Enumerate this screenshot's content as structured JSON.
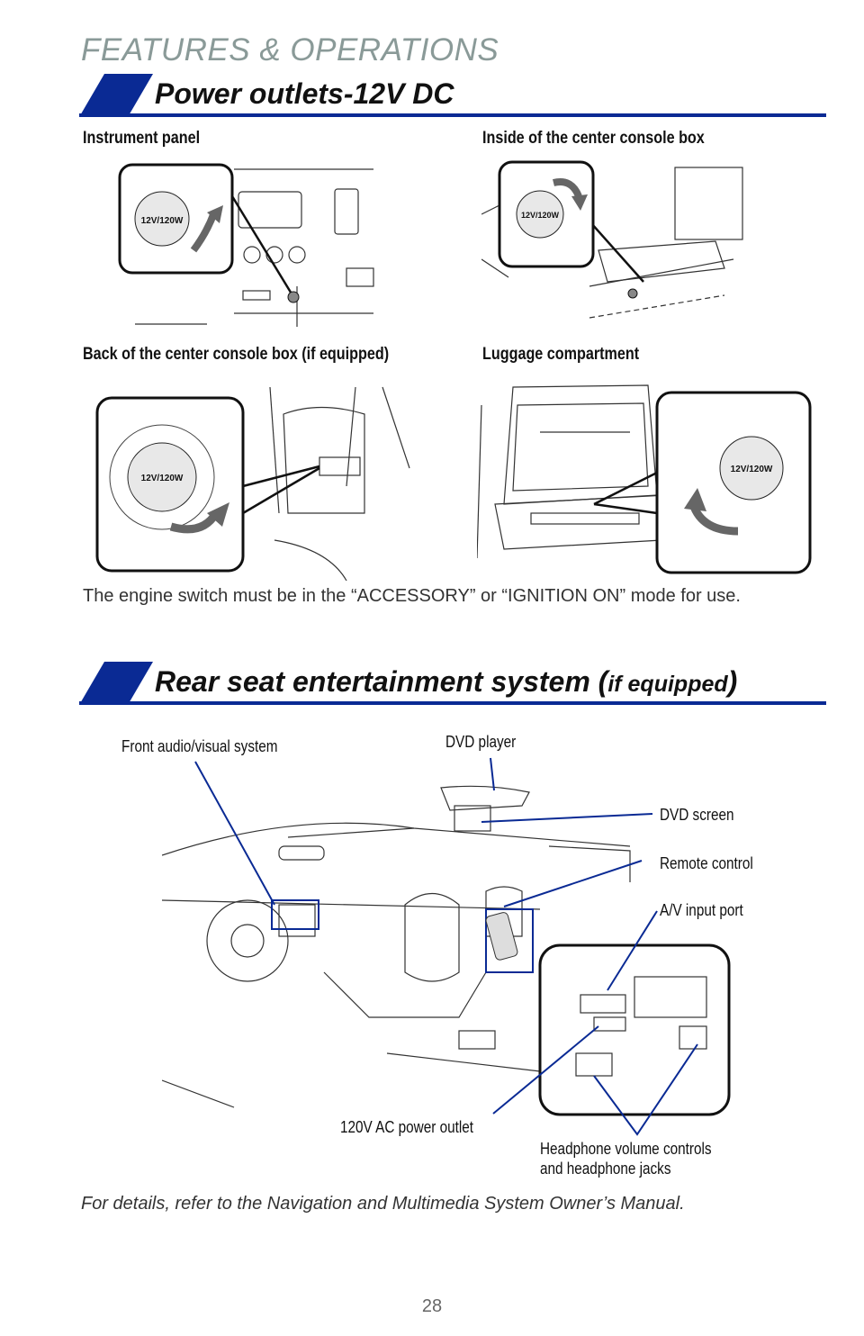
{
  "header": {
    "kicker": "FEATURES & OPERATIONS"
  },
  "power_outlets": {
    "title": "Power outlets-12V DC",
    "panels": [
      {
        "label": "Instrument panel",
        "outlet_text": "12V/120W"
      },
      {
        "label": "Inside of the center console box",
        "outlet_text": "12V/120W"
      },
      {
        "label": "Back of the center console box (if equipped)",
        "outlet_text": "12V/120W"
      },
      {
        "label": "Luggage compartment",
        "outlet_text": "12V/120W"
      }
    ],
    "note": "The engine switch must be in the “ACCESSORY” or “IGNITION ON” mode for use."
  },
  "rear_entertainment": {
    "title": "Rear seat entertainment system (",
    "title_suffix": "if equipped",
    "title_close": ")",
    "callouts": {
      "front_av": "Front audio/visual system",
      "dvd_player": "DVD player",
      "dvd_screen": "DVD screen",
      "remote": "Remote control",
      "av_input": "A/V input port",
      "ac_outlet": "120V AC power outlet",
      "headphone_line1": "Headphone volume controls",
      "headphone_line2": "and headphone jacks"
    },
    "footer_note": "For details, refer to the Navigation and Multimedia System Owner’s Manual."
  },
  "page_number": "28",
  "colors": {
    "accent_blue": "#0a2a94",
    "kicker_gray": "#8a9a98"
  }
}
